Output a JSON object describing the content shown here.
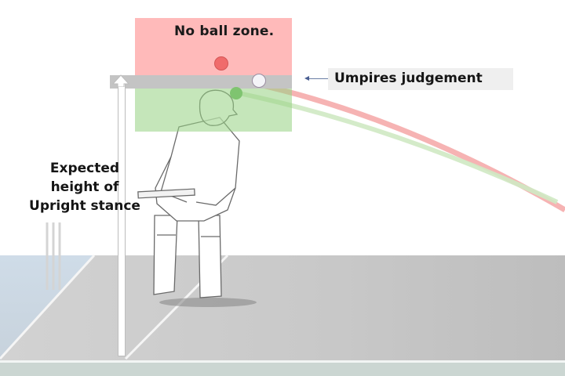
{
  "diagram": {
    "title": "Cricket no-ball height rule illustration",
    "zones": {
      "no_ball_zone": {
        "label": "No ball zone.",
        "color": "#ff8c8c"
      },
      "umpire_line": {
        "color": "#c4c4c4"
      },
      "safe_zone": {
        "color": "#96d282"
      }
    },
    "labels": {
      "umpires_judgement": "Umpires judgement",
      "expected_height_line1": "Expected",
      "expected_height_line2": "height of",
      "expected_height_line3": "Upright stance"
    },
    "balls": [
      {
        "name": "red-ball",
        "color": "#f06b6b"
      },
      {
        "name": "white-ball",
        "color": "#f4f4f8"
      },
      {
        "name": "green-ball",
        "color": "#7fc470"
      }
    ],
    "trajectories": [
      {
        "name": "red-trajectory",
        "color": "#f4a6a6"
      },
      {
        "name": "green-trajectory",
        "color": "#cfe9c3"
      }
    ],
    "colors": {
      "pitch": "#c8c8c8",
      "ground": "#cbd6d2",
      "arrow": "#4a5f92"
    }
  }
}
